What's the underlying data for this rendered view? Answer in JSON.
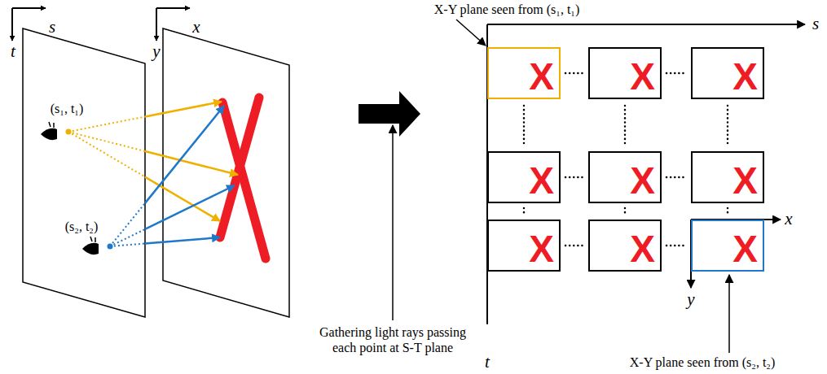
{
  "diagram": {
    "nodes": [
      {
        "text": [
          "X"
        ]
      },
      {
        "text": [
          "X"
        ]
      },
      {
        "text": [
          "X"
        ]
      },
      {
        "text": [
          "X"
        ]
      },
      {
        "text": [
          "X"
        ]
      },
      {
        "text": [
          "X"
        ]
      },
      {
        "text": [
          "X"
        ]
      },
      {
        "text": [
          "X"
        ]
      },
      {
        "text": [
          "X"
        ]
      }
    ],
    "labels": [
      "s",
      "t",
      "x",
      "y",
      "(s₁, t₁)",
      "(s₂, t₂)",
      "X-Y plane seen from (s₁, t₁)",
      "s",
      "t",
      "x",
      "y",
      "Gathering light rays passing each point at S-T plane",
      "X-Y plane seen from (s₂, t₂)"
    ]
  }
}
